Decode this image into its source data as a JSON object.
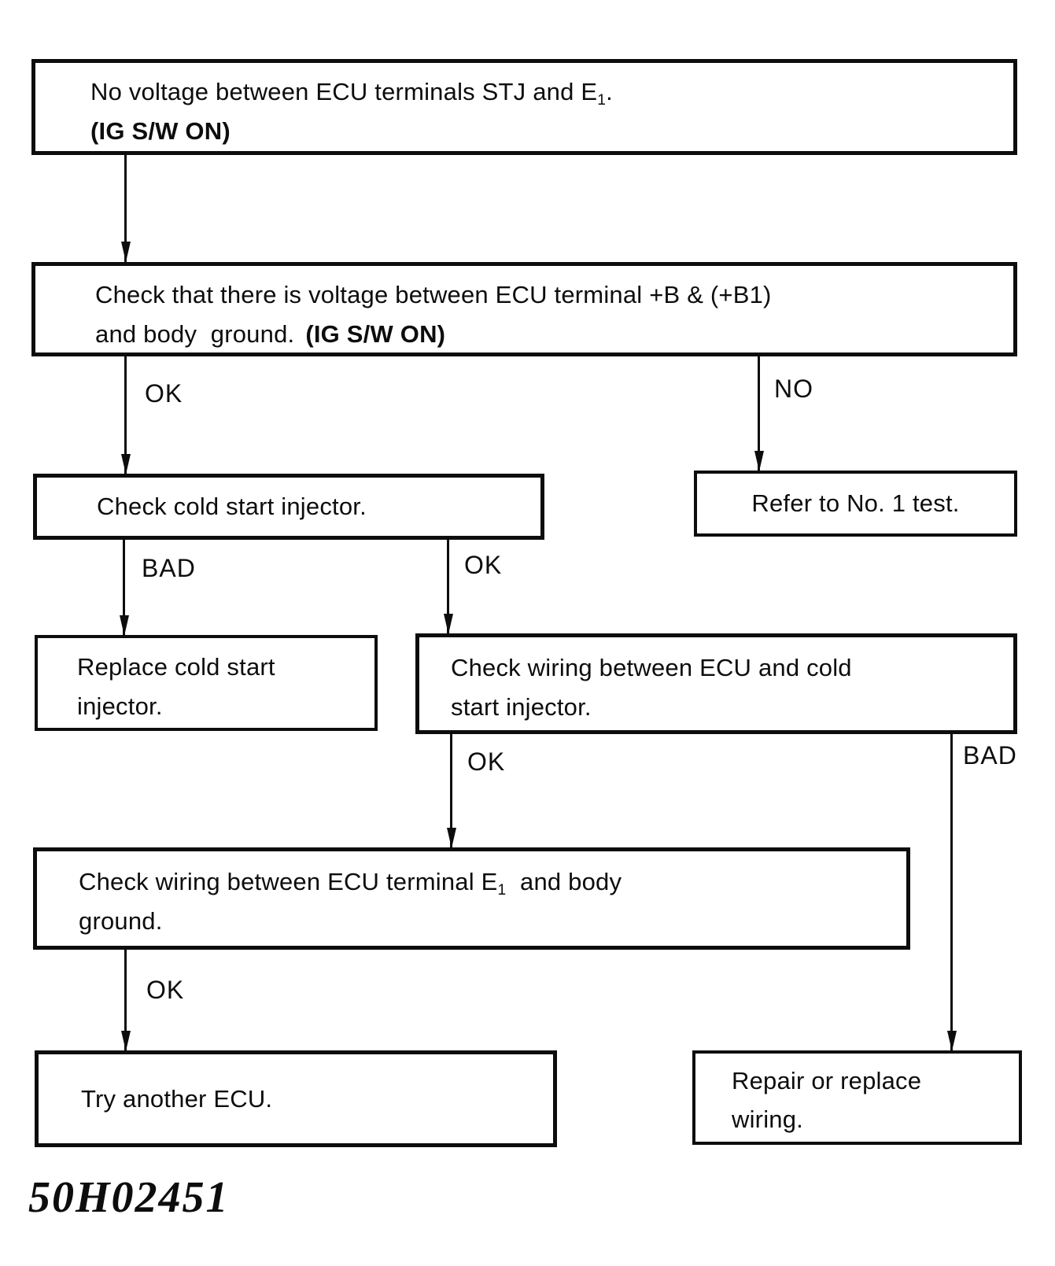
{
  "ink": "#0d0d0d",
  "paper": "#ffffff",
  "figure_code": "50H02451",
  "nodes": {
    "start": {
      "line1_prefix": "No voltage between ECU terminals STJ and E",
      "line1_sub": "1",
      "line1_suffix": ".",
      "line2": "(IG S/W ON)"
    },
    "check_voltage": {
      "line1": "Check that there is voltage between ECU terminal +B & (+B1)",
      "line2_prefix": "and body  ground.",
      "line2_bold": "(IG S/W ON)"
    },
    "check_injector": {
      "text": "Check cold start injector."
    },
    "refer_test": {
      "text": "Refer to No. 1 test."
    },
    "replace_injector": {
      "line1": "Replace cold start",
      "line2": "injector."
    },
    "check_wiring_injector": {
      "line1": "Check wiring between ECU and cold",
      "line2": "start injector."
    },
    "check_wiring_ground": {
      "line1_prefix": "Check wiring between ECU terminal E",
      "line1_sub": "1",
      "line1_suffix": "  and body",
      "line2": "ground."
    },
    "try_ecu": {
      "text": "Try another ECU."
    },
    "repair_wiring": {
      "line1": "Repair or replace",
      "line2": "wiring."
    }
  },
  "edges": {
    "voltage_ok": {
      "label": "OK"
    },
    "voltage_no": {
      "label": "NO"
    },
    "injector_bad": {
      "label": "BAD"
    },
    "injector_ok": {
      "label": "OK"
    },
    "wiring_ok": {
      "label": "OK"
    },
    "wiring_bad": {
      "label": "BAD"
    },
    "ground_ok": {
      "label": "OK"
    }
  }
}
